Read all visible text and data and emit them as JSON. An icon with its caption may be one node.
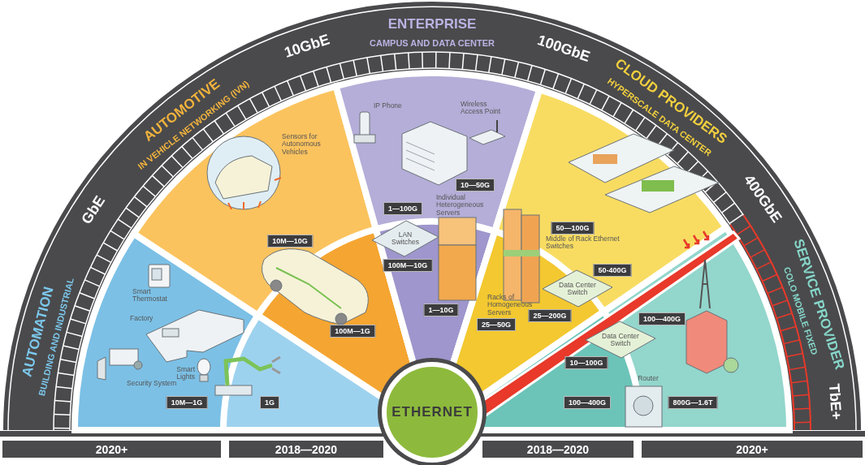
{
  "diagram": {
    "nodes": [
      {
        "text": [
          "10M—1G"
        ]
      },
      {
        "text": [
          "1G"
        ]
      },
      {
        "text": [
          "10M—10G"
        ]
      },
      {
        "text": [
          "100M—1G"
        ]
      },
      {
        "text": [
          "10—50G"
        ]
      },
      {
        "text": [
          "1—100G"
        ]
      },
      {
        "text": [
          "100M—10G"
        ]
      },
      {
        "text": [
          "1—10G"
        ]
      },
      {
        "text": [
          "50—100G"
        ]
      },
      {
        "text": [
          "50-400G"
        ]
      },
      {
        "text": [
          "25—200G"
        ]
      },
      {
        "text": [
          "25—50G"
        ]
      },
      {
        "text": [
          "100—400G"
        ]
      },
      {
        "text": [
          "10—100G"
        ]
      },
      {
        "text": [
          "100—400G"
        ]
      },
      {
        "text": [
          "800G—1.6T"
        ]
      },
      {
        "text": [
          "ETHERNET"
        ]
      },
      {
        "text": [
          "2020+"
        ]
      },
      {
        "text": [
          "2018—2020"
        ]
      },
      {
        "text": [
          "2018—2020"
        ]
      },
      {
        "text": [
          "2020+"
        ]
      }
    ],
    "edges": [],
    "labels": [
      "AUTOMATION",
      "BUILDING AND INDUSTRIAL",
      "AUTOMOTIVE",
      "IN VEHICLE NETWORKING (IVN)",
      "ENTERPRISE",
      "CAMPUS AND DATA CENTER",
      "CLOUD PROVIDERS",
      "HYPERSCALE DATA CENTER",
      "SERVICE PROVIDER",
      "COLO MOBILE FIXED",
      "GbE",
      "10GbE",
      "100GbE",
      "400GbE",
      "TbE+",
      "IP Phone",
      "Wireless Access Point",
      "Sensors for Autonomous Vehicles",
      "Individual Heterogeneous Servers",
      "LAN Switches",
      "Middle of Rack Ethernet Switches",
      "Data Center Switch",
      "Smart Thermostat",
      "Racks of Homogeneous Servers",
      "Factory",
      "Data Center Switch",
      "Smart Lights",
      "Router",
      "Security System"
    ]
  }
}
